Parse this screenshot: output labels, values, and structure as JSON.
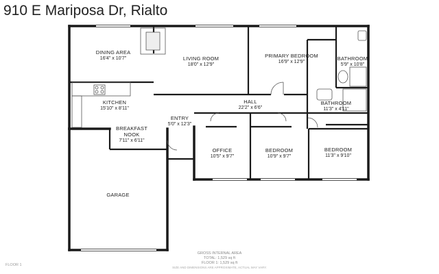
{
  "title": "910 E Mariposa Dr, Rialto",
  "rooms": {
    "dining": {
      "name": "DINING AREA",
      "dim": "16'4\" x 10'7\""
    },
    "living": {
      "name": "LIVING ROOM",
      "dim": "18'0\" x 12'9\""
    },
    "primary_bedroom": {
      "name": "PRIMARY BEDROOM",
      "dim": "16'9\" x 12'9\""
    },
    "bathroom1": {
      "name": "BATHROOM",
      "dim": "5'9\" x 10'8\""
    },
    "kitchen": {
      "name": "KITCHEN",
      "dim": "15'10\" x 8'11\""
    },
    "hall": {
      "name": "HALL",
      "dim": "22'2\" x 6'6\""
    },
    "bathroom2": {
      "name": "BATHROOM",
      "dim": "11'3\" x 4'11\""
    },
    "entry": {
      "name": "ENTRY",
      "dim": "5'0\" x 12'3\""
    },
    "breakfast": {
      "name": "BREAKFAST",
      "name2": "NOOK",
      "dim": "7'11\" x 6'11\""
    },
    "office": {
      "name": "OFFICE",
      "dim": "10'5\" x 9'7\""
    },
    "bedroom1": {
      "name": "BEDROOM",
      "dim": "10'9\" x 9'7\""
    },
    "bedroom2": {
      "name": "BEDROOM",
      "dim": "11'3\" x 9'10\""
    },
    "garage": {
      "name": "GARAGE"
    }
  },
  "footer": {
    "gross": "GROSS INTERNAL AREA",
    "total": "TOTAL: 1,529 sq ft",
    "floor": "FLOOR 1: 1,529 sq ft",
    "disclaimer": "SIZE AND DIMENSIONS ARE APPROXIMATE, ACTUAL MAY VARY."
  },
  "floor_label": "FLOOR 1"
}
